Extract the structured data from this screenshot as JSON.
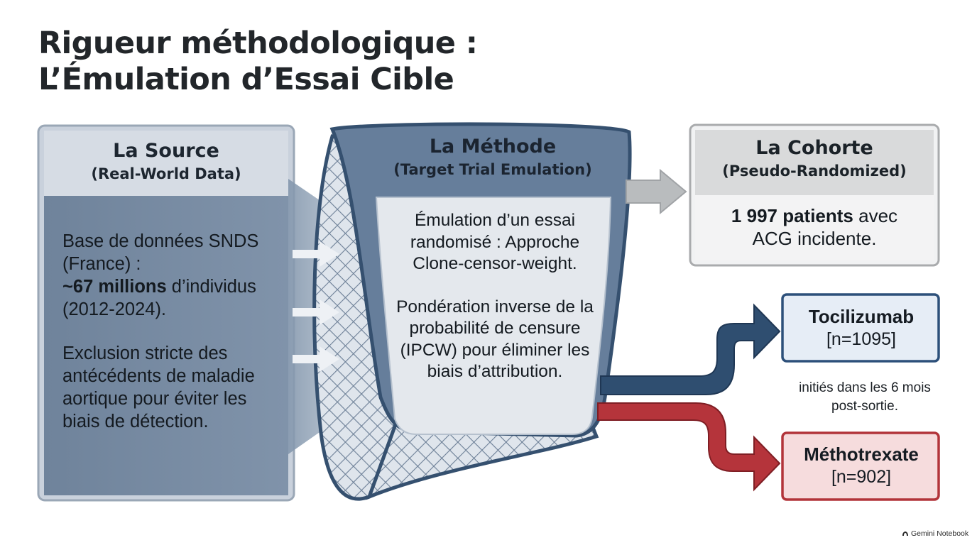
{
  "title": {
    "line1": "Rigueur méthodologique :",
    "line2": "L’Émulation d’Essai Cible"
  },
  "source": {
    "heading": "La Source",
    "subheading": "(Real-World Data)",
    "p1_line1": "Base de données SNDS",
    "p1_line2": "(France) :",
    "p1_bold": "~67 millions",
    "p1_rest": " d’individus",
    "p1_line4": "(2012-2024).",
    "p2": "Exclusion stricte des antécédents de maladie aortique pour éviter les biais de détection."
  },
  "method": {
    "heading": "La Méthode",
    "subheading": "(Target Trial Emulation)",
    "p1": "Émulation d’un essai randomisé : Approche Clone-censor-weight.",
    "p2": "Pondération inverse de la probabilité de censure (IPCW) pour éliminer les biais d’attribution."
  },
  "cohort": {
    "heading": "La Cohorte",
    "subheading": "(Pseudo-Randomized)",
    "bold": "1 997 patients",
    "rest": " avec",
    "line2": "ACG incidente."
  },
  "arms": {
    "tocilizumab": {
      "name": "Tocilizumab",
      "n": "[n=1095]"
    },
    "methotrexate": {
      "name": "Méthotrexate",
      "n": "[n=902]"
    },
    "note_line1": "initiés dans les 6 mois",
    "note_line2": "post-sortie."
  },
  "watermark": "Gemini Notebook",
  "colors": {
    "source_panel": "#7488a0",
    "source_header": "#d2d8e0",
    "funnel": "#5d7592",
    "cohort_border": "#9a9a9a",
    "tocilizumab": "#2e4d6e",
    "methotrexate": "#b6333a"
  }
}
